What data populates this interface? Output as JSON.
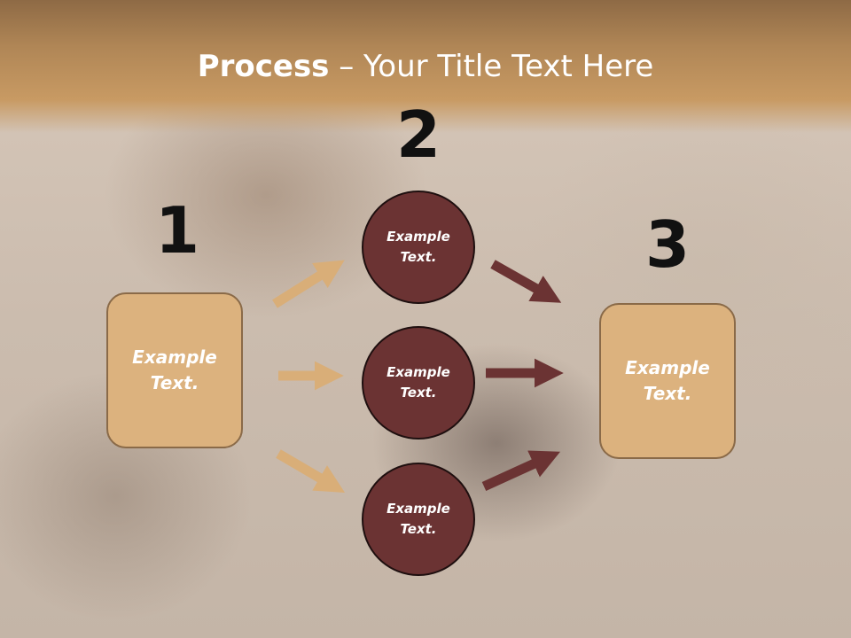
{
  "slide": {
    "title_bold": "Process",
    "title_rest": " – Your Title Text Here"
  },
  "steps": {
    "one": "1",
    "two": "2",
    "three": "3"
  },
  "left_box": {
    "label_line1": "Example",
    "label_line2": "Text."
  },
  "right_box": {
    "label_line1": "Example",
    "label_line2": "Text."
  },
  "circles": [
    {
      "label_line1": "Example",
      "label_line2": "Text."
    },
    {
      "label_line1": "Example",
      "label_line2": "Text."
    },
    {
      "label_line1": "Example",
      "label_line2": "Text."
    }
  ],
  "colors": {
    "accent_tan": "#dcb27e",
    "accent_maroon": "#6b3333",
    "arrow_tan": "#d9ae78",
    "arrow_maroon": "#6b3333"
  }
}
